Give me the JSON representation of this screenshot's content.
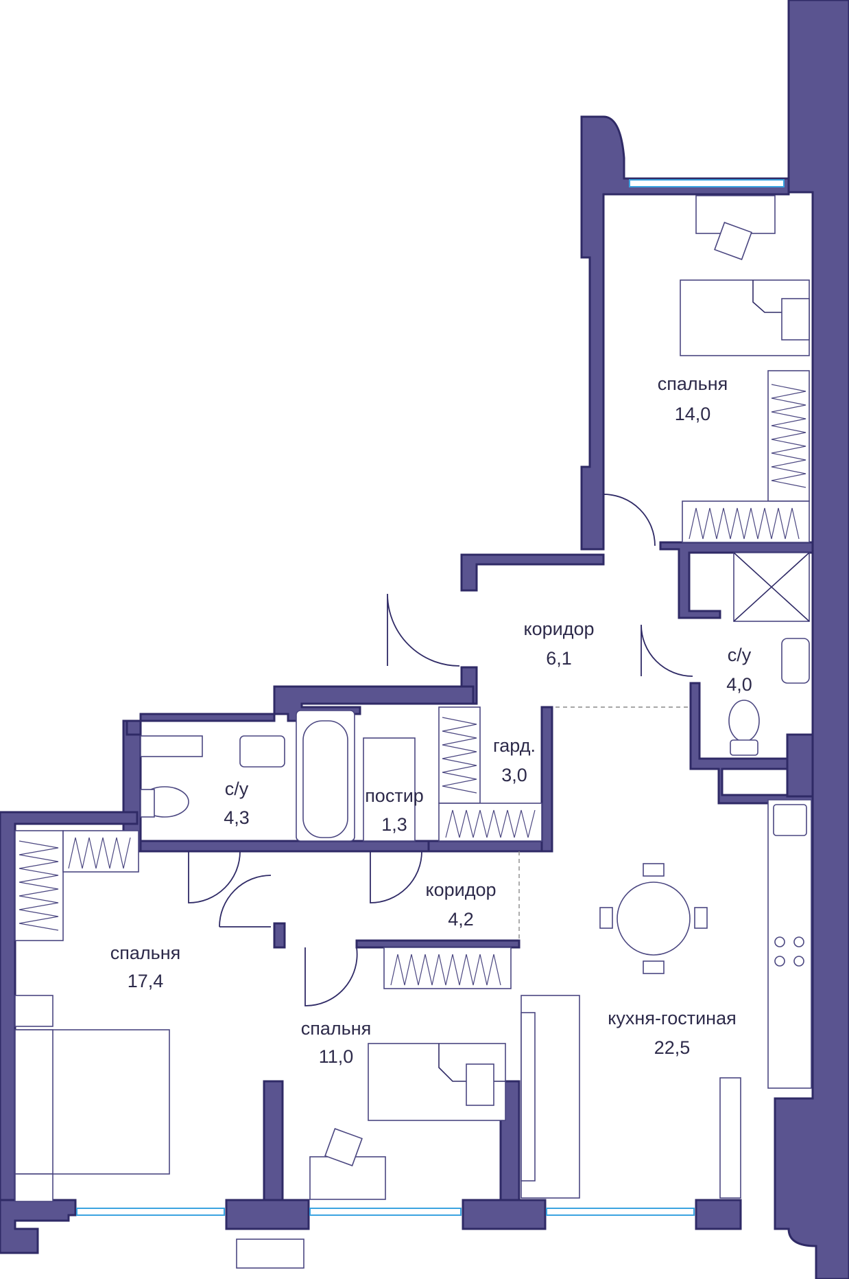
{
  "rooms": {
    "bedroom_top": {
      "name": "спальня",
      "area": "14,0"
    },
    "corridor_top": {
      "name": "коридор",
      "area": "6,1"
    },
    "bath_right": {
      "name": "с/у",
      "area": "4,0"
    },
    "wardrobe": {
      "name": "гард.",
      "area": "3,0"
    },
    "bath_left": {
      "name": "с/у",
      "area": "4,3"
    },
    "laundry": {
      "name": "постир",
      "area": "1,3"
    },
    "corridor_low": {
      "name": "коридор",
      "area": "4,2"
    },
    "bedroom_left": {
      "name": "спальня",
      "area": "17,4"
    },
    "bedroom_mid": {
      "name": "спальня",
      "area": "11,0"
    },
    "kitchen_living": {
      "name": "кухня-гостиная",
      "area": "22,5"
    }
  },
  "colors": {
    "wall": "#5a5490",
    "wall_outline": "#2f2a66",
    "window": "#3aa3e0",
    "text": "#2d2a4a"
  }
}
